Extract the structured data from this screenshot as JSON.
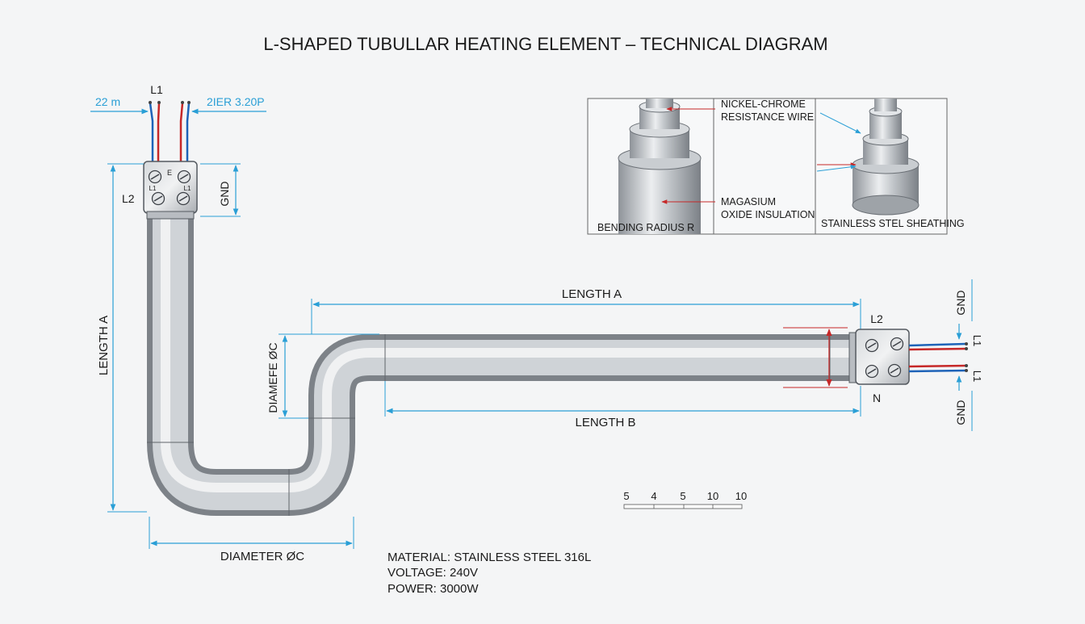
{
  "title": "L-SHAPED TUBULLAR HEATING ELEMENT – TECHNICAL DIAGRAM",
  "left_terminal": {
    "wire_label": "L1",
    "dim_left": "22 m",
    "dim_right": "2IER 3.20P",
    "side_label": "L2",
    "gnd_label": "GND",
    "box_marks": [
      "E",
      "L1",
      "L1"
    ]
  },
  "dimensions": {
    "length_a_vertical": "LENGTH A",
    "length_a_horizontal": "LENGTH A",
    "length_b": "LENGTH B",
    "diameter_bottom": "DIAMETER ØC",
    "diameter_side": "DIAMEFE ØC"
  },
  "right_terminal": {
    "l2": "L2",
    "n": "N",
    "gnd_top": "GND",
    "gnd_bottom": "GND",
    "l1_top": "L1",
    "l1_bottom": "L1"
  },
  "detail": {
    "label_nickel_chrome": "NICKEL-CHROME",
    "label_resistance_wire": "RESISTANCE WIRE",
    "label_magnesium": "MAGASIUM",
    "label_oxide": "OXIDE INSULATION",
    "label_bending": "BENDING RADIUS R",
    "label_sheathing": "STAINLESS STEL SHEATHING"
  },
  "scale_bar": [
    "5",
    "4",
    "5",
    "10",
    "10"
  ],
  "specs": {
    "material": "MATERIAL: STAINLESS STEEL 316L",
    "voltage": "VOLTAGE: 240V",
    "power": "POWER: 3000W"
  },
  "colors": {
    "dimension_line": "#2a9fd6",
    "wire_red": "#c62828",
    "wire_blue": "#1e63b8",
    "pipe_dark": "#8a8f95",
    "pipe_light": "#e9ecef",
    "text": "#1a1a1a"
  }
}
